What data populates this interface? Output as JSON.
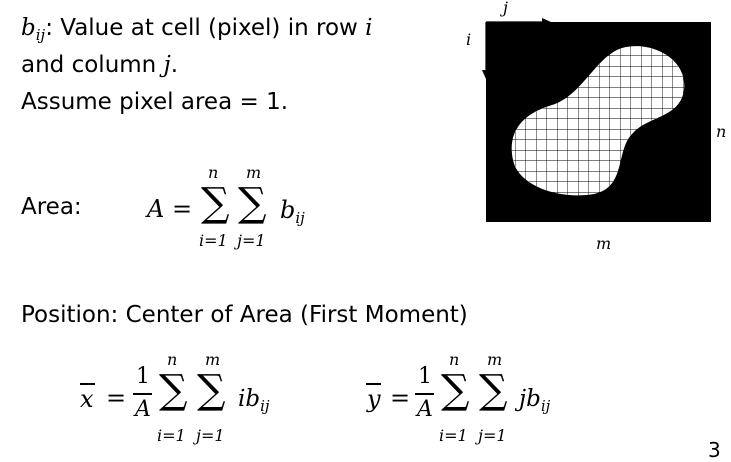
{
  "intro": {
    "b": "b",
    "b_sub": "ij",
    "line1_rest": ": Value at cell (pixel) in row ",
    "row_var": "i",
    "line2_a": "and column ",
    "col_var": "j",
    "line2_b": ".",
    "line3": "Assume pixel area = 1."
  },
  "area": {
    "label": "Area:",
    "lhs": "A =",
    "upper_outer": "n",
    "upper_inner": "m",
    "lower_outer": "i=1",
    "lower_inner": "j=1",
    "sum_symbol": "∑",
    "term": "b",
    "term_sub": "ij"
  },
  "position_heading": "Position: Center of Area (First Moment)",
  "xbar": {
    "lhs": "x",
    "eq": "=",
    "num": "1",
    "den": "A",
    "upper_outer": "n",
    "upper_inner": "m",
    "lower_outer": "i=1",
    "lower_inner": "j=1",
    "sum_symbol": "∑",
    "term": "ib",
    "term_sub": "ij"
  },
  "ybar": {
    "lhs": "y",
    "eq": "=",
    "num": "1",
    "den": "A",
    "upper_outer": "n",
    "upper_inner": "m",
    "lower_outer": "i=1",
    "lower_inner": "j=1",
    "sum_symbol": "∑",
    "term": "jb",
    "term_sub": "ij"
  },
  "figure": {
    "axis_i": "i",
    "axis_j": "j",
    "label_n": "n",
    "label_m": "m",
    "image_color": "#000000",
    "blob_color": "#ffffff",
    "grid_color": "#000000"
  },
  "page_number": "3"
}
